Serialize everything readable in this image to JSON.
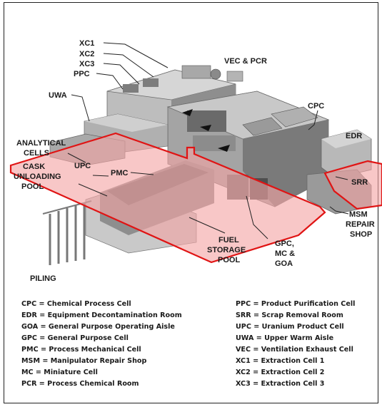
{
  "labels": {
    "xc1": "XC1",
    "xc2": "XC2",
    "xc3": "XC3",
    "ppc": "PPC",
    "vec_pcr": "VEC & PCR",
    "uwa": "UWA",
    "cpc": "CPC",
    "analytical_line1": "ANALYTICAL",
    "analytical_line2": "CELLS",
    "edr": "EDR",
    "upc": "UPC",
    "pmc": "PMC",
    "cask_line1": "CASK",
    "cask_line2": "UNLOADING",
    "cask_line3": "POOL",
    "srr": "SRR",
    "msm_line1": "MSM",
    "msm_line2": "REPAIR",
    "msm_line3": "SHOP",
    "gpc_line1": "GPC,",
    "gpc_line2": "MC &",
    "gpc_line3": "GOA",
    "fuel_line1": "FUEL",
    "fuel_line2": "STORAGE",
    "fuel_line3": "POOL",
    "piling": "PILING"
  },
  "legend": {
    "left": [
      "CPC = Chemical Process Cell",
      "EDR = Equipment Decontamination Room",
      "GOA = General Purpose Operating Aisle",
      "GPC = General Purpose Cell",
      "PMC = Process Mechanical Cell",
      "MSM = Manipulator Repair Shop",
      "MC = Miniature Cell",
      "PCR = Process Chemical Room"
    ],
    "right": [
      "PPC = Product Purification Cell",
      "SRR = Scrap Removal Room",
      "UPC = Uranium Product Cell",
      "UWA = Upper Warm Aisle",
      "VEC = Ventilation Exhaust Cell",
      "XC1 = Extraction Cell 1",
      "XC2 = Extraction Cell 2",
      "XC3 = Extraction Cell 3"
    ]
  },
  "colors": {
    "highlight_fill": "#f4a5a5",
    "highlight_stroke": "#e01414",
    "building_light": "#c6c6c6",
    "building_mid": "#9e9e9e",
    "building_dark": "#5e5e5e"
  }
}
